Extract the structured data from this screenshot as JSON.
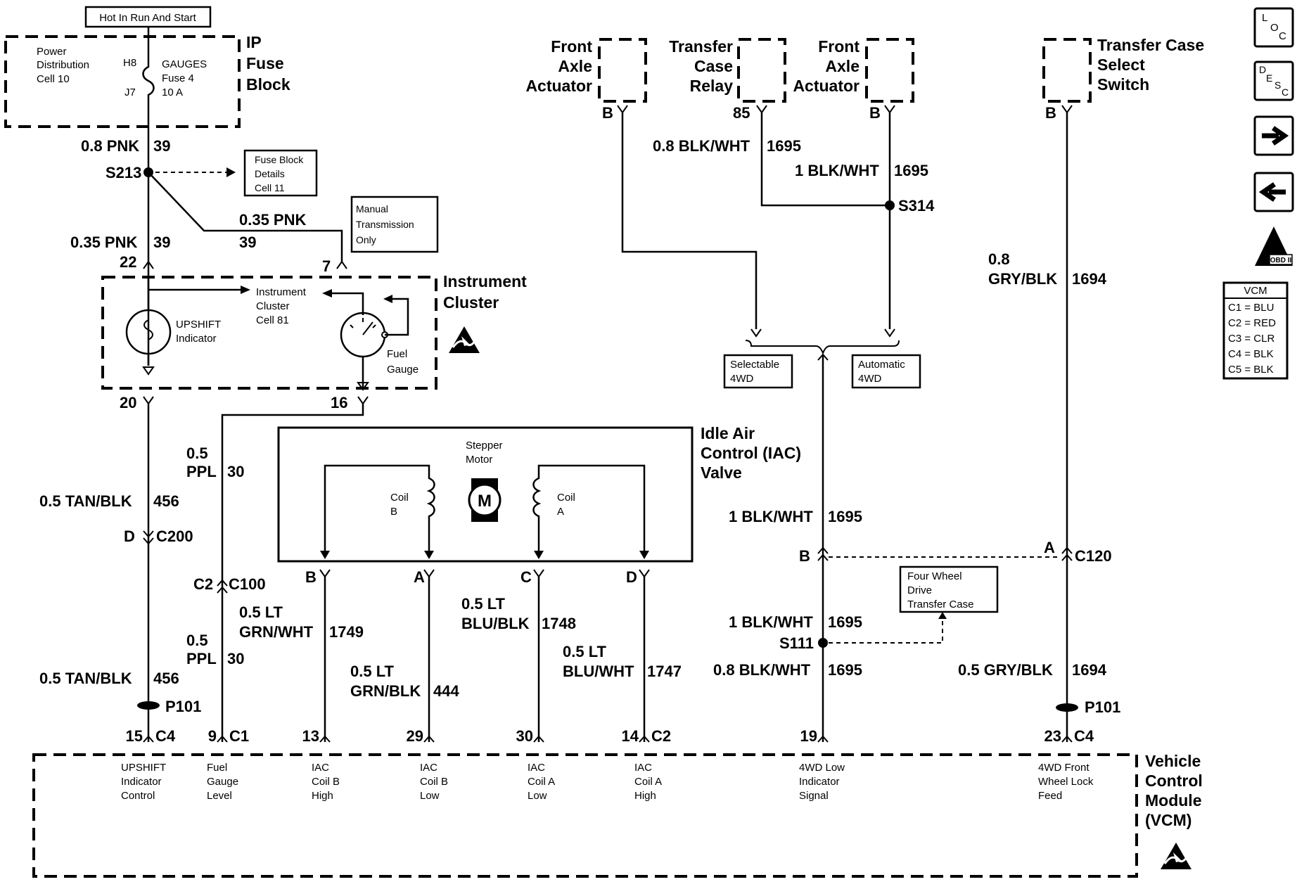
{
  "hot_in_run": "Hot In Run And Start",
  "ip_fuse_block": {
    "title": [
      "IP",
      "Fuse",
      "Block"
    ],
    "power_dist": [
      "Power",
      "Distribution",
      "Cell 10"
    ],
    "fuse_pins": [
      "H8",
      "J7"
    ],
    "fuse_label": [
      "GAUGES",
      "Fuse 4",
      "10 A"
    ]
  },
  "wires": {
    "pnk_08": [
      "0.8 PNK",
      "39"
    ],
    "s213": "S213",
    "fuse_block_details": [
      "Fuse Block",
      "Details",
      "Cell 11"
    ],
    "pnk_035_branch": [
      "0.35 PNK",
      "39"
    ],
    "manual_trans": [
      "Manual",
      "Transmission",
      "Only"
    ],
    "pnk_035": [
      "0.35 PNK",
      "39"
    ],
    "pin_22": "22",
    "pin_7": "7",
    "pin_20": "20",
    "pin_16": "16",
    "ppl_05_top": [
      "0.5",
      "PPL",
      "30"
    ],
    "tan_blk_top": [
      "0.5 TAN/BLK",
      "456"
    ],
    "c200": [
      "D",
      "C200"
    ],
    "c100": [
      "C2",
      "C100"
    ],
    "ppl_05_bottom": [
      "0.5",
      "PPL",
      "30"
    ],
    "tan_blk_bottom": [
      "0.5 TAN/BLK",
      "456"
    ],
    "p101_left": "P101",
    "grn_wht": [
      "0.5 LT",
      "GRN/WHT",
      "1749"
    ],
    "grn_blk": [
      "0.5 LT",
      "GRN/BLK",
      "444"
    ],
    "blu_blk": [
      "0.5 LT",
      "BLU/BLK",
      "1748"
    ],
    "blu_wht": [
      "0.5 LT",
      "BLU/WHT",
      "1747"
    ],
    "iac_pins": [
      "B",
      "A",
      "C",
      "D"
    ],
    "blk_wht_08_top": [
      "0.8 BLK/WHT",
      "1695"
    ],
    "blk_wht_1_top": [
      "1 BLK/WHT",
      "1695"
    ],
    "s314": "S314",
    "b_pins": [
      "B",
      "85",
      "B",
      "B"
    ],
    "selectable_4wd": [
      "Selectable",
      "4WD"
    ],
    "automatic_4wd": [
      "Automatic",
      "4WD"
    ],
    "blk_wht_1_mid": [
      "1 BLK/WHT",
      "1695"
    ],
    "c120": [
      "B",
      "A",
      "C120"
    ],
    "four_wheel_drive": [
      "Four Wheel",
      "Drive",
      "Transfer Case"
    ],
    "blk_wht_1_low": [
      "1 BLK/WHT",
      "1695"
    ],
    "s111": "S111",
    "blk_wht_08_low": [
      "0.8 BLK/WHT",
      "1695"
    ],
    "gry_blk_08": [
      "0.8",
      "GRY/BLK",
      "1694"
    ],
    "gry_blk_05": [
      "0.5 GRY/BLK",
      "1694"
    ],
    "p101_right": "P101"
  },
  "instrument_cluster": {
    "title": [
      "Instrument",
      "Cluster"
    ],
    "ref": [
      "Instrument",
      "Cluster",
      "Cell 81"
    ],
    "upshift": [
      "UPSHIFT",
      "Indicator"
    ],
    "fuel": [
      "Fuel",
      "Gauge"
    ]
  },
  "iac_valve": {
    "title": [
      "Idle Air",
      "Control (IAC)",
      "Valve"
    ],
    "stepper": [
      "Stepper",
      "Motor"
    ],
    "motor_letter": "M",
    "coil_b": [
      "Coil",
      "B"
    ],
    "coil_a": [
      "Coil",
      "A"
    ]
  },
  "actuators": {
    "front_axle_left": [
      "Front",
      "Axle",
      "Actuator"
    ],
    "transfer_case_relay": [
      "Transfer",
      "Case",
      "Relay"
    ],
    "front_axle_right": [
      "Front",
      "Axle",
      "Actuator"
    ],
    "transfer_case_switch": [
      "Transfer Case",
      "Select",
      "Switch"
    ]
  },
  "vcm": {
    "title": [
      "Vehicle",
      "Control",
      "Module",
      "(VCM)"
    ],
    "pins": [
      {
        "num": "15",
        "conn": "C4",
        "label": [
          "UPSHIFT",
          "Indicator",
          "Control"
        ]
      },
      {
        "num": "9",
        "conn": "C1",
        "label": [
          "Fuel",
          "Gauge",
          "Level"
        ]
      },
      {
        "num": "13",
        "conn": "",
        "label": [
          "IAC",
          "Coil B",
          "High"
        ]
      },
      {
        "num": "29",
        "conn": "",
        "label": [
          "IAC",
          "Coil B",
          "Low"
        ]
      },
      {
        "num": "30",
        "conn": "",
        "label": [
          "IAC",
          "Coil A",
          "Low"
        ]
      },
      {
        "num": "14",
        "conn": "C2",
        "label": [
          "IAC",
          "Coil A",
          "High"
        ]
      },
      {
        "num": "19",
        "conn": "",
        "label": [
          "4WD Low",
          "Indicator",
          "Signal"
        ]
      },
      {
        "num": "23",
        "conn": "C4",
        "label": [
          "4WD Front",
          "Wheel Lock",
          "Feed"
        ]
      }
    ]
  },
  "side_icons": {
    "loc": [
      "L",
      "O",
      "C"
    ],
    "desc": [
      "D",
      "E",
      "S",
      "C"
    ],
    "obd": "OBD II"
  },
  "vcm_legend": {
    "title": "VCM",
    "rows": [
      "C1 = BLU",
      "C2 = RED",
      "C3 = CLR",
      "C4 = BLK",
      "C5 = BLK"
    ]
  }
}
